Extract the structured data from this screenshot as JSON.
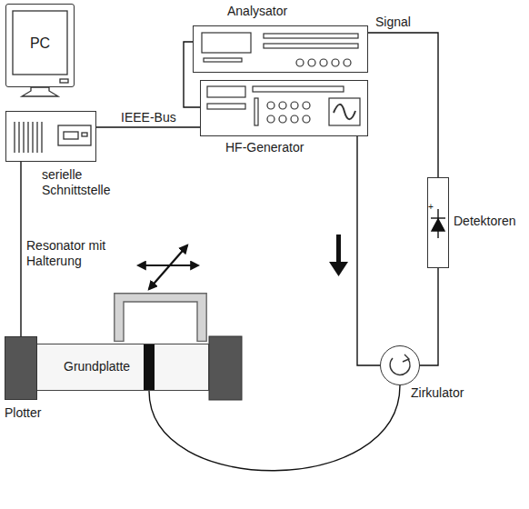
{
  "diagram": {
    "nodes": [
      {
        "text": [
          "PC"
        ]
      },
      {
        "text": [
          "serielle Schnittstelle"
        ]
      },
      {
        "text": [
          "Analysator"
        ]
      },
      {
        "text": [
          "HF-Generator"
        ]
      },
      {
        "text": [
          "Detektoren"
        ]
      },
      {
        "text": [
          "Resonator mit Halterung"
        ]
      },
      {
        "text": [
          "Grundplatte"
        ]
      },
      {
        "text": [
          "Plotter"
        ]
      },
      {
        "text": [
          "Zirkulator"
        ]
      }
    ],
    "edges": [
      {
        "from": 1,
        "to": 3,
        "label": "IEEE-Bus",
        "arrow": "none"
      },
      {
        "from": 2,
        "to": 3,
        "arrow": "none"
      },
      {
        "from": 2,
        "to": 4,
        "label": "Signal",
        "arrow": "none"
      },
      {
        "from": 3,
        "to": 8,
        "arrow": "none"
      },
      {
        "from": 8,
        "to": 4,
        "arrow": "none"
      },
      {
        "from": 6,
        "to": 8,
        "arrow": "none"
      },
      {
        "from": 1,
        "to": 7,
        "arrow": "none"
      }
    ],
    "labels": [
      "+"
    ]
  }
}
